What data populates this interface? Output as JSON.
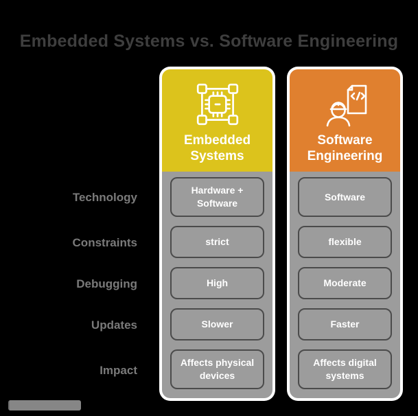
{
  "title": "Embedded Systems vs. Software Engineering",
  "columns": {
    "embedded": {
      "title": "Embedded Systems",
      "icon": "microchip-icon",
      "header_color": "#dcc31c"
    },
    "software": {
      "title": "Software Engineering",
      "icon": "engineer-code-icon",
      "header_color": "#e0802f"
    }
  },
  "rows": [
    {
      "label": "Technology",
      "embedded": "Hardware + Software",
      "software": "Software"
    },
    {
      "label": "Constraints",
      "embedded": "strict",
      "software": "flexible"
    },
    {
      "label": "Debugging",
      "embedded": "High",
      "software": "Moderate"
    },
    {
      "label": "Updates",
      "embedded": "Slower",
      "software": "Faster"
    },
    {
      "label": "Impact",
      "embedded": "Affects physical devices",
      "software": "Affects digital systems"
    }
  ],
  "colors": {
    "bg": "#000000",
    "title-color": "#3e3e3e",
    "label-color": "#7a7a7a",
    "yellow": "#dcc31c",
    "orange": "#e0802f",
    "body-gray": "#9c9c9c",
    "pill-border": "#4b4b4b",
    "card-white": "#ffffff",
    "watermark-gray": "#8e8e8e"
  }
}
